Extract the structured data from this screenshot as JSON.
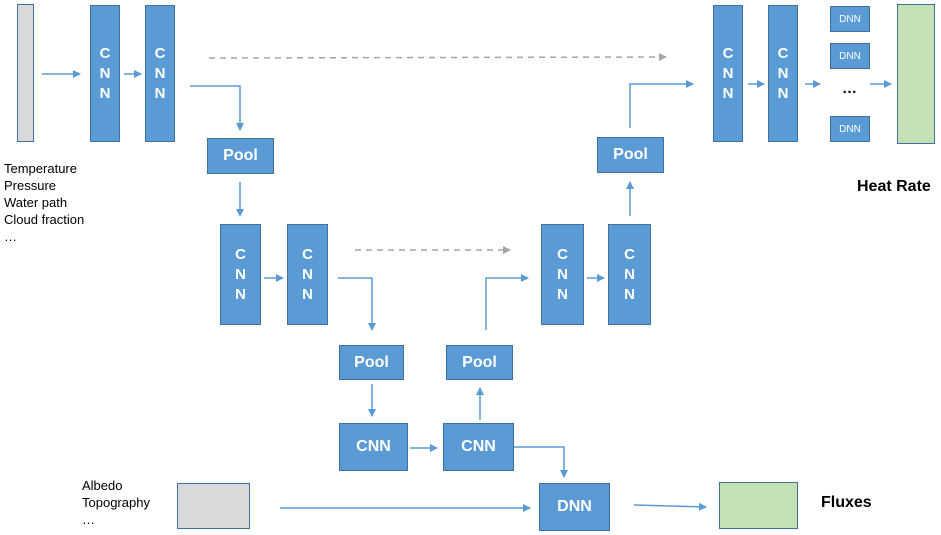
{
  "cnn_letters": [
    "C",
    "N",
    "N"
  ],
  "labels": {
    "pool": "Pool",
    "cnn": "CNN",
    "dnn": "DNN",
    "dnn_small": "DNN",
    "ellipsis": "…"
  },
  "input_vars": [
    "Temperature",
    "Pressure",
    "Water path",
    "Cloud fraction",
    "…"
  ],
  "surface_vars": [
    "Albedo",
    "Topography",
    "…"
  ],
  "outputs": {
    "heat_rate": "Heat Rate",
    "fluxes": "Fluxes"
  },
  "colors": {
    "box_fill": "#5b9bd5",
    "box_border": "#41719c",
    "input_fill": "#d9d9d9",
    "output_fill": "#c5e0b4",
    "arrow": "#5b9bd5",
    "skip_arrow": "#a6a6a6"
  }
}
